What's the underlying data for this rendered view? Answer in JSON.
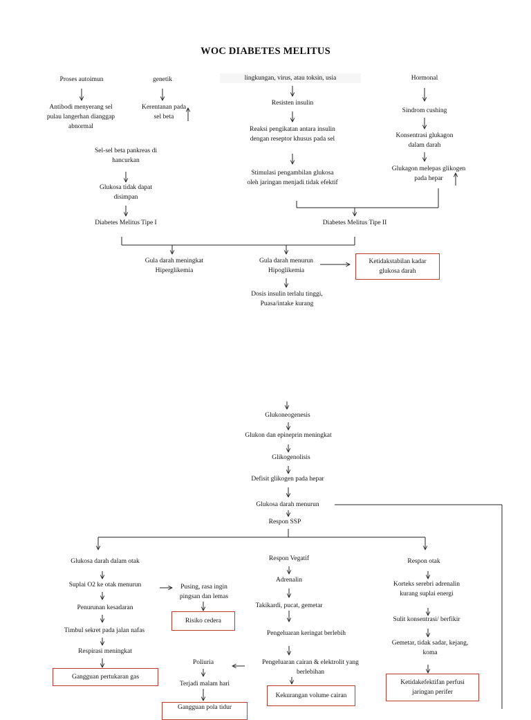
{
  "title": "WOC DIABETES MELITUS",
  "nodes": {
    "proses_autoimun": "Proses autoimun",
    "antibodi": "Antibodi menyerang sel\npulau langerhan dianggap\nabnormal",
    "genetik": "genetik",
    "kerentanan": "Kerentanan pada\nsel beta",
    "lingkungan": "lingkungan, virus, atau toksin, usia",
    "resisten": "Resisten insulin",
    "reaksi": "Reaksi pengikatan antara insulin\ndengan reseptor khusus pada sel",
    "stimulasi": "Stimulasi pengambilan glukosa\noleh jaringan menjadi tidak efektif",
    "hormonal": "Hormonal",
    "sindrom": "Sindrom cushing",
    "konsentrasi": "Konsentrasi glukagon\ndalam darah",
    "glukagon_melepas": "Glukagon melepas glikogen\npada hepar",
    "sel_beta": "Sel-sel beta pankreas di\nhancurkan",
    "glukosa_tidak": "Glukosa tidak dapat\ndisimpan",
    "dm1": "Diabetes Melitus Tipe I",
    "dm2": "Diabetes Melitus Tipe II",
    "gula_meningkat": "Gula darah meningkat\nHiperglikemia",
    "gula_menurun": "Gula darah menurun\nHipoglikemia",
    "ketidakstabilan": "Ketidakstabilan kadar\nglukosa darah",
    "dosis": "Dosis insulin terlalu tinggi,\nPuasa/intake kurang",
    "glukoneogenesis": "Glukoneogenesis",
    "glukon": "Glukon dan epineprin meningkat",
    "glikogenolisis": "Glikogenolisis",
    "defisit": "Defisit glikogen pada hepar",
    "glukosa_menurun": "Glukosa darah menurun",
    "respon_ssp": "Respon SSP",
    "glukosa_otak": "Glukosa darah dalam otak",
    "suplai_o2": "Suplai O2 ke otak menurun",
    "penurunan": "Penurunan kesadaran",
    "timbul": "Timbul sekret pada jalan nafas",
    "respirasi": "Respirasi meningkat",
    "gangguan_gas": "Gangguan pertukaran gas",
    "pusing": "Pusing, rasa ingin\npingsan dan lemas",
    "risiko": "Risiko cedera",
    "poliuria": "Poliuria",
    "terjadi": "Terjadi malam hari",
    "gangguan_tidur": "Gangguan pola tidur",
    "respon_vegatif": "Respon Vegatif",
    "adrenalin": "Adrenalin",
    "takikardi": "Takikardi, pucat, gemetar",
    "keringat": "Pengeluaran keringat berlebih",
    "cairan": "Pengeluaran cairan & elektrolit yang\nberlebihan",
    "kekurangan": "Kekurangan volume cairan",
    "respon_otak": "Respon otak",
    "korteks": "Korteks serebri adrenalin\nkurang suplai energi",
    "sulit": "Sulit konsentrasi/ berfikir",
    "gemetar": "Gemetar, tidak sadar, kejang,\nkoma",
    "ketidakefektifan": "Ketidakefektifan perfusi\njaringan perifer"
  },
  "colors": {
    "problem_border": "#c0392b",
    "line": "#222222"
  }
}
